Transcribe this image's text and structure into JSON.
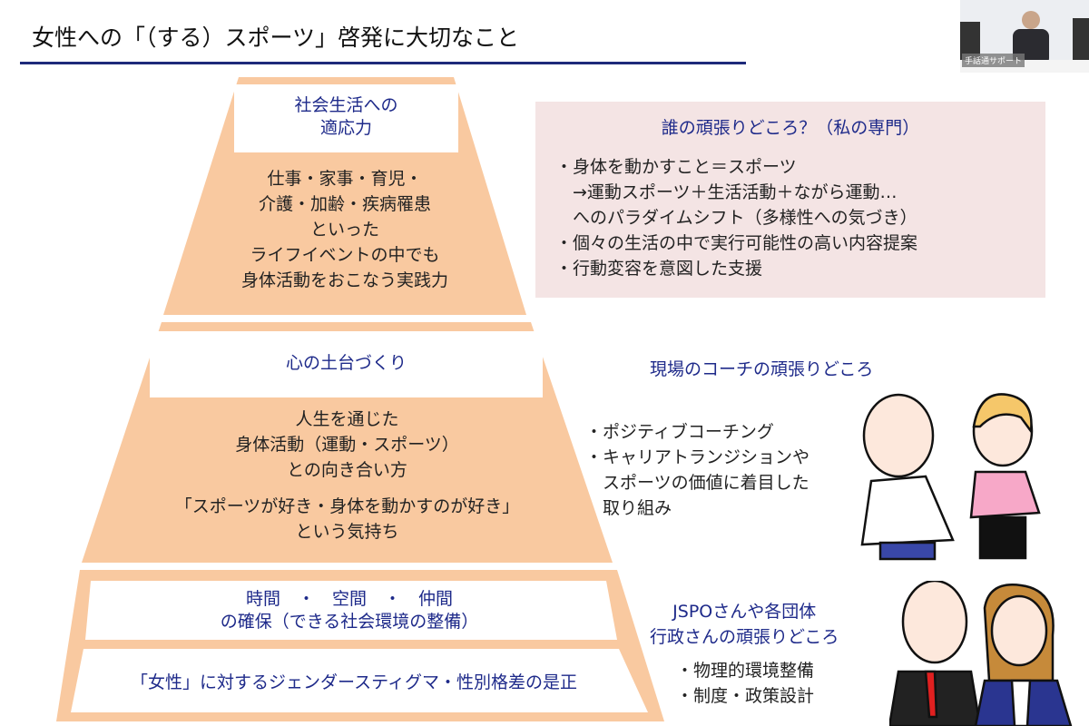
{
  "slide": {
    "title": "女性への「（する）スポーツ」啓発に大切なこと"
  },
  "video": {
    "caption": "手話通サポート"
  },
  "pyramid": {
    "top": {
      "heading": [
        "社会生活への",
        "適応力"
      ],
      "body": [
        "仕事・家事・育児・",
        "介護・加齢・疾病罹患",
        "といった",
        "ライフイベントの中でも",
        "身体活動をおこなう実践力"
      ]
    },
    "middle": {
      "heading": "心の土台づくり",
      "body": [
        "人生を通じた",
        "身体活動（運動・スポーツ）",
        "との向き合い方"
      ],
      "body2": [
        "「スポーツが好き・身体を動かすのが好き」",
        "という気持ち"
      ]
    },
    "bottom": {
      "upper": [
        "時間　・　空間　・　仲間",
        "の確保（できる社会環境の整備）"
      ],
      "lower": "「女性」に対するジェンダースティグマ・性別格差の是正"
    }
  },
  "info_box": {
    "heading": "誰の頑張りどころ？（私の専門）",
    "lines": [
      "・身体を動かすこと＝スポーツ",
      "　→運動スポーツ＋生活活動＋ながら運動…",
      "　へのパラダイムシフト（多様性への気づき）",
      "・個々の生活の中で実行可能性の高い内容提案",
      "・行動変容を意図した支援"
    ]
  },
  "coach": {
    "heading": "現場のコーチの頑張りどころ",
    "lines": [
      "・ポジティブコーチング",
      "・キャリアトランジションや",
      "　スポーツの価値に着目した",
      "　取り組み"
    ]
  },
  "admin": {
    "heading": [
      "JSPOさんや各団体",
      "行政さんの頑張りどころ"
    ],
    "lines": [
      "・物理的環境整備",
      "・制度・政策設計"
    ]
  },
  "colors": {
    "peach": "#f9c9a0",
    "navy": "#1e2a8a",
    "pink": "#f4e4e4"
  }
}
